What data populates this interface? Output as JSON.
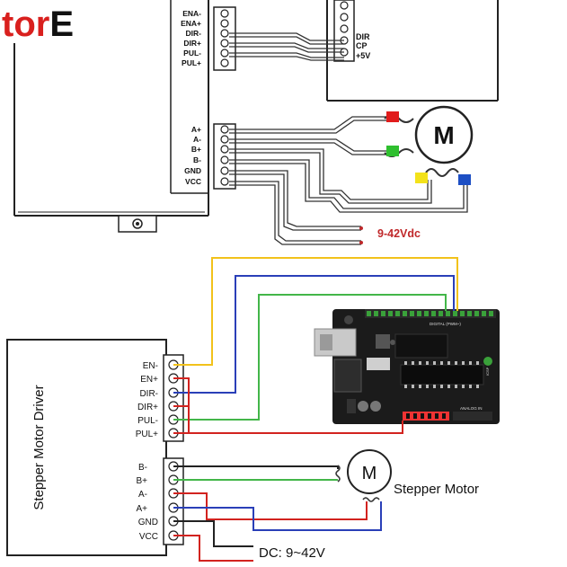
{
  "logo": {
    "part1": "tor",
    "part2": "E",
    "color1": "#d9201e",
    "color2": "#111111"
  },
  "top": {
    "driver_pins_top": [
      "ENA-",
      "ENA+",
      "DIR-",
      "DIR+",
      "PUL-",
      "PUL+"
    ],
    "driver_pins_bottom": [
      "A+",
      "A-",
      "B+",
      "B-",
      "GND",
      "VCC"
    ],
    "controller_pins": [
      "DIR",
      "CP",
      "+5V"
    ],
    "motor_label": "M",
    "power_label": "9-42Vdc",
    "coil_colors": {
      "red": "#e11c1c",
      "green": "#2fbf2f",
      "yellow": "#f3e21a",
      "blue": "#1d4fc4"
    }
  },
  "bottom": {
    "driver_title": "Stepper Motor Driver",
    "driver_pins_top": [
      "EN-",
      "EN+",
      "DIR-",
      "DIR+",
      "PUL-",
      "PUL+"
    ],
    "driver_pins_bottom": [
      "B-",
      "B+",
      "A-",
      "A+",
      "GND",
      "VCC"
    ],
    "motor_label": "M",
    "motor_caption": "Stepper Motor",
    "power_label": "DC: 9~42V",
    "board_text": "DIGITAL (PWM~)",
    "board_text2": "ANALOG IN",
    "board_text3": "ICSP",
    "wire_colors": {
      "yellow": "#f2c21b",
      "blue": "#2a3fb8",
      "green": "#43b649",
      "red": "#d2231f"
    }
  }
}
